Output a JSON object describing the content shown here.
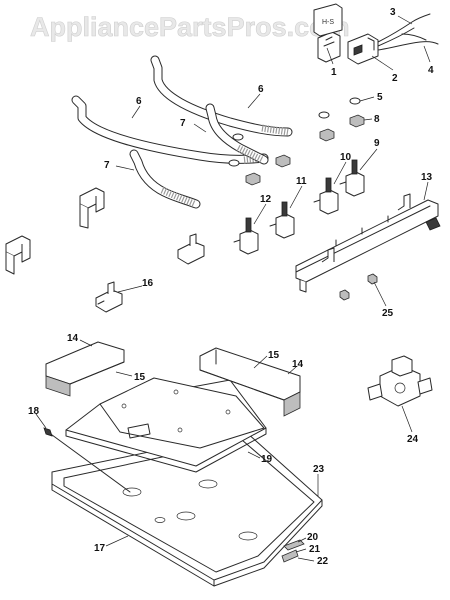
{
  "watermark": "AppliancePartsPros.com",
  "callouts": [
    {
      "id": "c1",
      "text": "1"
    },
    {
      "id": "c2",
      "text": "2"
    },
    {
      "id": "c3",
      "text": "3"
    },
    {
      "id": "c4",
      "text": "4"
    },
    {
      "id": "c5",
      "text": "5"
    },
    {
      "id": "c6a",
      "text": "6"
    },
    {
      "id": "c6b",
      "text": "6"
    },
    {
      "id": "c7a",
      "text": "7"
    },
    {
      "id": "c7b",
      "text": "7"
    },
    {
      "id": "c8",
      "text": "8"
    },
    {
      "id": "c9",
      "text": "9"
    },
    {
      "id": "c10",
      "text": "10"
    },
    {
      "id": "c11",
      "text": "11"
    },
    {
      "id": "c12",
      "text": "12"
    },
    {
      "id": "c13",
      "text": "13"
    },
    {
      "id": "c14a",
      "text": "14"
    },
    {
      "id": "c14b",
      "text": "14"
    },
    {
      "id": "c15a",
      "text": "15"
    },
    {
      "id": "c15b",
      "text": "15"
    },
    {
      "id": "c16",
      "text": "16"
    },
    {
      "id": "c17",
      "text": "17"
    },
    {
      "id": "c18",
      "text": "18"
    },
    {
      "id": "c19",
      "text": "19"
    },
    {
      "id": "c20",
      "text": "20"
    },
    {
      "id": "c21",
      "text": "21"
    },
    {
      "id": "c22",
      "text": "22"
    },
    {
      "id": "c23",
      "text": "23"
    },
    {
      "id": "c24",
      "text": "24"
    },
    {
      "id": "c25",
      "text": "25"
    }
  ]
}
